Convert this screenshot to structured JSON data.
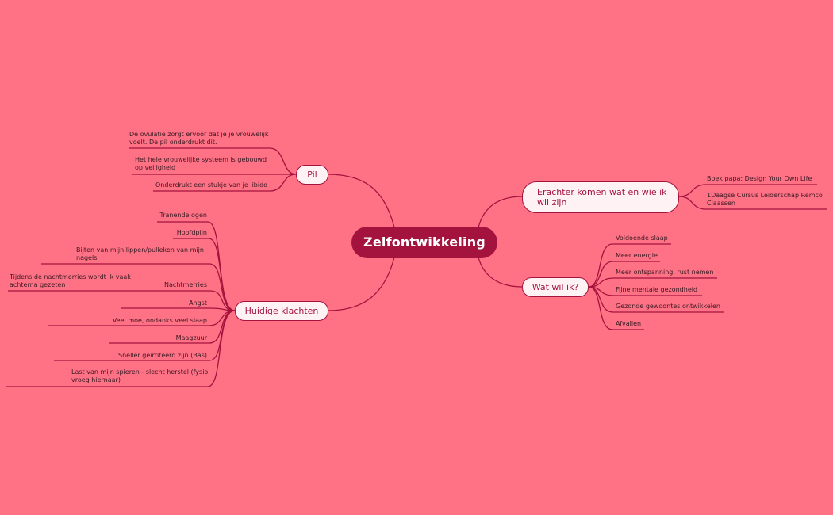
{
  "central": {
    "label": "Zelfontwikkeling"
  },
  "colors": {
    "background": "#ff7185",
    "central_fill": "#a3133d",
    "topic_fill": "#fff2f5",
    "line": "#a3133d",
    "text_dark": "#3a1a22"
  },
  "topics": {
    "pil": {
      "label": "Pil",
      "children": [
        "De ovulatie zorgt ervoor dat je je vrouwelijk voelt. De pil onderdrukt dit.",
        "Het hele vrouwelijke systeem is gebouwd op veiligheid",
        "Onderdrukt een stukje van je libido"
      ]
    },
    "huidige": {
      "label": "Huidige klachten",
      "children": [
        "Tranende ogen",
        "Hoofdpijn",
        "Bijten van mijn lippen/pulleken van mijn nagels",
        "Nachtmerries",
        "Angst",
        "Veel moe, ondanks veel slaap",
        "Maagzuur",
        "Sneller geirriteerd zijn (Bas)",
        "Last van mijn spieren - slecht herstel (fysio vroeg hiernaar)"
      ],
      "nachtmerries_child": "Tijdens de nachtmerries wordt ik vaak achterna gezeten"
    },
    "erachter": {
      "label": "Erachter komen wat en wie ik wil zijn",
      "children": [
        "Boek papa: Design Your Own Life",
        "1Daagse Cursus Leiderschap Remco Claassen"
      ]
    },
    "watwil": {
      "label": "Wat wil ik?",
      "children": [
        "Voldoende slaap",
        "Meer energie",
        "Meer ontspanning, rust nemen",
        "Fijne mentale gezondheid",
        "Gezonde gewoontes ontwikkelen",
        "Afvallen"
      ]
    }
  }
}
